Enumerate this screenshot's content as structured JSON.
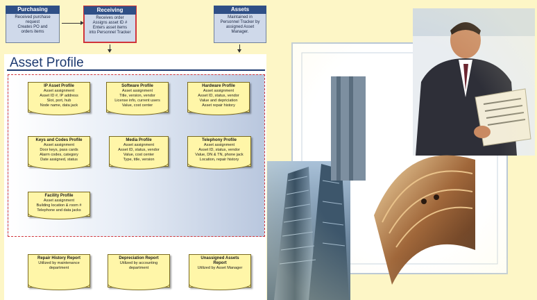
{
  "flow": {
    "purchasing": {
      "title": "Purchasing",
      "lines": [
        "Received purchase",
        "request",
        "Creates PO and",
        "orders items"
      ]
    },
    "receiving": {
      "title": "Receiving",
      "lines": [
        "Receives order",
        "Assigns asset ID #",
        "Enters asset items",
        "into Personnel Tracker"
      ]
    },
    "assets": {
      "title": "Assets",
      "lines": [
        "Maintained in",
        "Personnel Tracker by",
        "assigned Asset",
        "Manager."
      ]
    }
  },
  "asset_profile": {
    "title": "Asset Profile",
    "profiles": [
      {
        "title": "IP Asset Profile",
        "lines": [
          "Asset assignment",
          "Asset ID #, IP address",
          "Slot, port, hub",
          "Node name, data jack"
        ]
      },
      {
        "title": "Software Profile",
        "lines": [
          "Asset assignment",
          "Title, version, vendor",
          "License info, current users",
          "Value, cost center"
        ]
      },
      {
        "title": "Hardware Profile",
        "lines": [
          "Asset assignment",
          "Asset ID, status, vendor",
          "Value and depriciation",
          "Asset repair history"
        ]
      },
      {
        "title": "Keys and Codes Profile",
        "lines": [
          "Asset assignment",
          "Door keys, pass cards",
          "Alarm codes, category",
          "Date assigned, status"
        ]
      },
      {
        "title": "Media Profile",
        "lines": [
          "Asset assignment",
          "Asset ID, status, vendor",
          "Value, cost center",
          "Type, title, version"
        ]
      },
      {
        "title": "Telephony Profile",
        "lines": [
          "Asset assignment",
          "Asset ID, status, vendor",
          "Value, DN & TN, phone jack",
          "Location, repair history"
        ]
      },
      {
        "title": "Facility Profile",
        "lines": [
          "Asset assignment",
          "Building location & room #",
          "Telephone and data jacks"
        ]
      }
    ],
    "reports": [
      {
        "title": "Repair History Report",
        "lines": [
          "Utilized by maintenance",
          "department"
        ]
      },
      {
        "title": "Depreciation Report",
        "lines": [
          "Utilized by accounting",
          "department"
        ]
      },
      {
        "title": "Unassigned Assets",
        "lines": [
          "Report",
          "Utilized by Asset Manager"
        ]
      }
    ]
  },
  "colors": {
    "background": "#fdf6c6",
    "flow_header": "#2f4f86",
    "highlight_border": "#d0343a",
    "document_fill": "#fff6a8",
    "title": "#1d3a70"
  },
  "photo": {
    "description_icon": "business-collage-image"
  }
}
